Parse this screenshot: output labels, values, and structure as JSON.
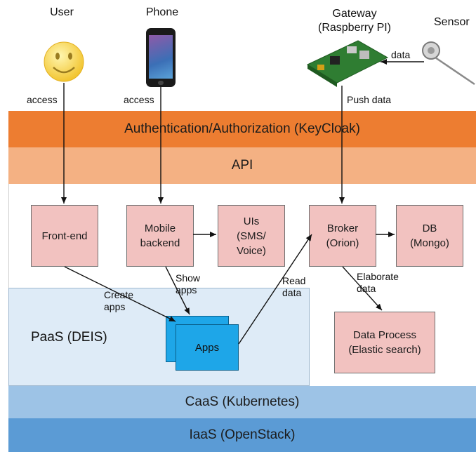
{
  "actors": {
    "user": "User",
    "phone": "Phone",
    "gateway": "Gateway\n(Raspberry PI)",
    "sensor": "Sensor"
  },
  "layers": {
    "auth": "Authentication/Authorization (KeyCloak)",
    "api": "API",
    "paas": "PaaS (DEIS)",
    "caas": "CaaS (Kubernetes)",
    "iaas": "IaaS (OpenStack)"
  },
  "components": {
    "frontend": "Front-end",
    "mobile_backend": "Mobile\nbackend",
    "uis": "UIs\n(SMS/\nVoice)",
    "broker": "Broker\n(Orion)",
    "db": "DB\n(Mongo)",
    "apps": "Apps",
    "data_process": "Data Process\n(Elastic search)"
  },
  "edges": {
    "user_access": "access",
    "phone_access": "access",
    "sensor_data": "data",
    "push_data": "Push data",
    "create_apps": "Create\napps",
    "show_apps": "Show\napps",
    "read_data": "Read\ndata",
    "elaborate_data": "Elaborate\ndata"
  },
  "colors": {
    "auth": "#ed7d31",
    "api": "#f4b183",
    "paas": "#deebf7",
    "caas": "#9dc3e6",
    "iaas": "#5b9bd5",
    "component": "#f2c2c0",
    "apps": "#1ea6e8"
  }
}
